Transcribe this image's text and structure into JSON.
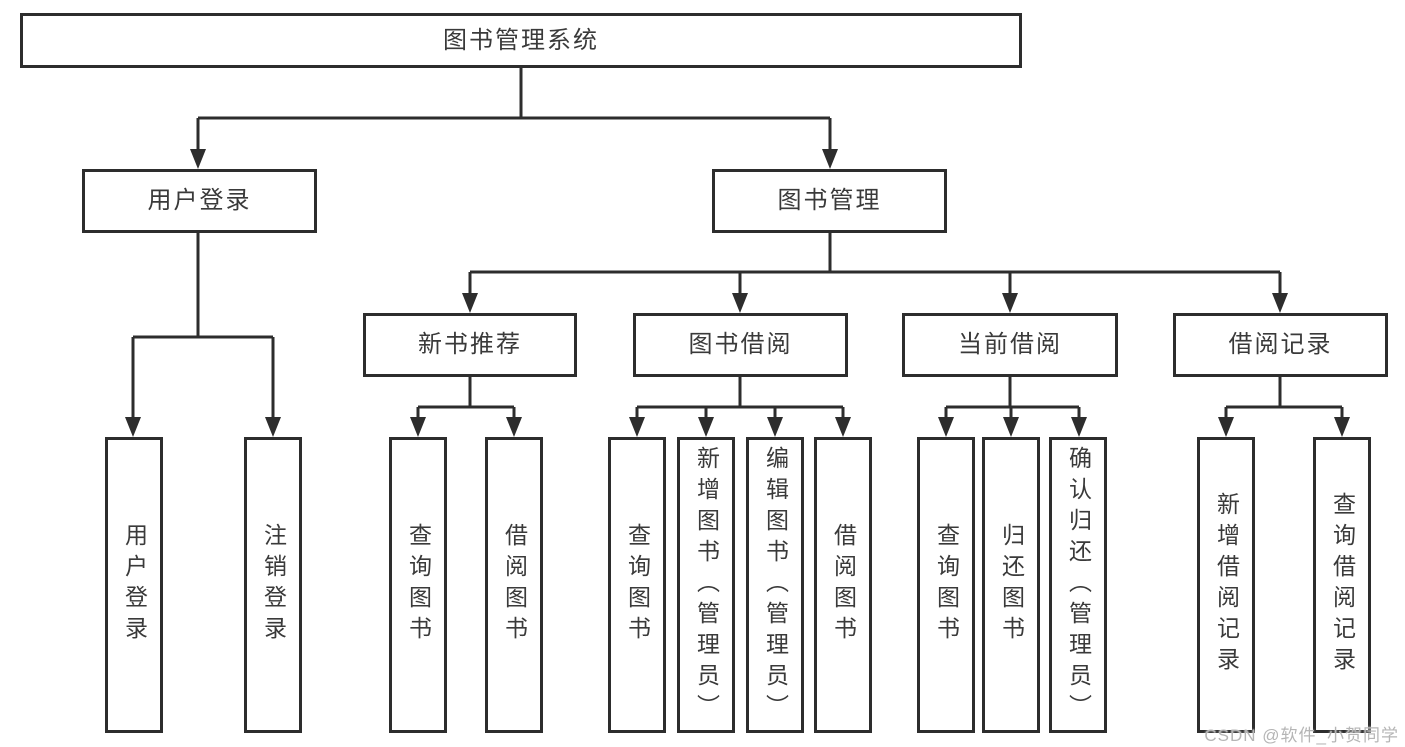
{
  "diagram": {
    "title": "图书管理系统",
    "level2": [
      {
        "label": "用户登录"
      },
      {
        "label": "图书管理"
      }
    ],
    "level3": [
      {
        "label": "新书推荐"
      },
      {
        "label": "图书借阅"
      },
      {
        "label": "当前借阅"
      },
      {
        "label": "借阅记录"
      }
    ],
    "leaves": {
      "user_login": [
        "用户登录",
        "注销登录"
      ],
      "new_book": [
        "查询图书",
        "借阅图书"
      ],
      "book_borrow": [
        "查询图书",
        "新增图书（管理员）",
        "编辑图书（管理员）",
        "借阅图书"
      ],
      "current_borrow": [
        "查询图书",
        "归还图书",
        "确认归还（管理员）"
      ],
      "borrow_record": [
        "新增借阅记录",
        "查询借阅记录"
      ]
    }
  },
  "watermark": {
    "text": "CSDN @软件_小贺同学"
  },
  "colors": {
    "line": "#2d2d2d",
    "text": "#3a3a3a",
    "background": "#ffffff",
    "watermark": "#b5b5b5"
  }
}
